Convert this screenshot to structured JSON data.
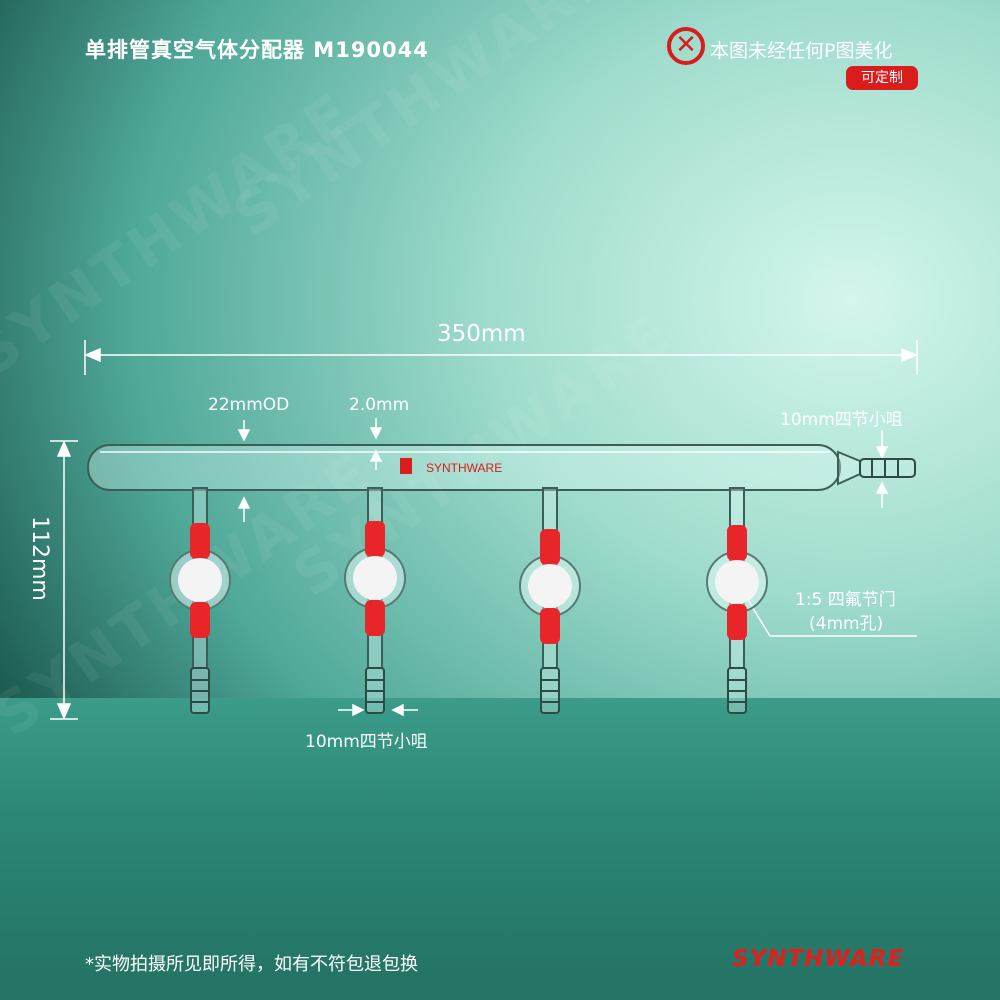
{
  "title": "单排管真空气体分配器  M190044",
  "notice": {
    "icon": "no-retouch-icon",
    "text": "本图未经任何P图美化",
    "badge": "可定制"
  },
  "watermark": "SYNTHWARE",
  "dimensions": {
    "length": "350mm",
    "height": "112mm",
    "od": "22mmOD",
    "wall": "2.0mm",
    "end_hose": "10mm四节小咀",
    "stopcock_line1": "1:5 四氟节门",
    "stopcock_line2": "(4mm孔)",
    "bottom_hose": "10mm四节小咀"
  },
  "tube_logo": "SYNTHWARE",
  "footer": "*实物拍摄所见即所得，如有不符包退包换",
  "brand": "SYNTHWARE",
  "colors": {
    "accent": "#d91c1c",
    "ptfe": "#f4f4f4",
    "handle": "#e8262a"
  }
}
